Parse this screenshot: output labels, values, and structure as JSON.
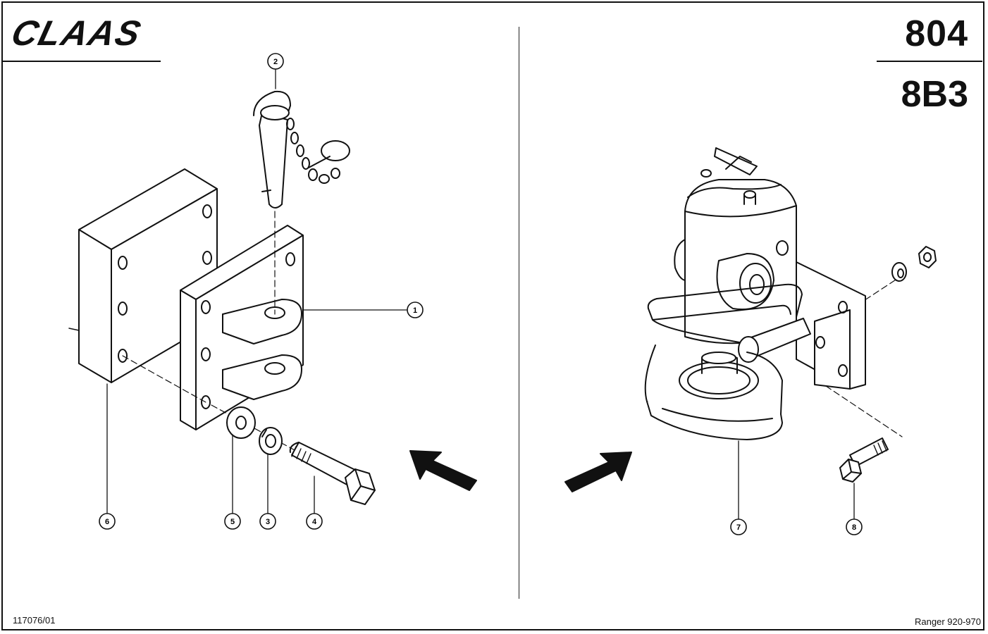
{
  "header": {
    "brand": "CLAAS",
    "page_number": "804",
    "group_code": "8B3"
  },
  "footer": {
    "drawing_ref": "117076/01",
    "model": "Ranger 920-970"
  },
  "callouts": [
    "1",
    "2",
    "3",
    "4",
    "5",
    "6",
    "7",
    "8"
  ]
}
